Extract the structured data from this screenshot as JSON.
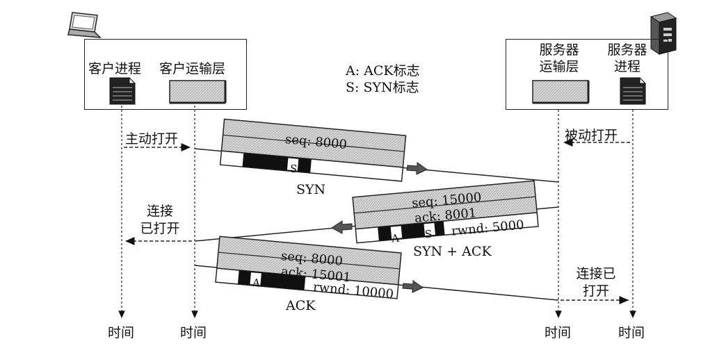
{
  "client": {
    "process_label": "客户进程",
    "transport_label": "客户运输层",
    "active_open": "主动打开",
    "conn_open_line1": "连接",
    "conn_open_line2": "已打开"
  },
  "server": {
    "transport_line1": "服务器",
    "transport_line2": "运输层",
    "process_line1": "服务器",
    "process_line2": "进程",
    "passive_open": "被动打开",
    "conn_open_line1": "连接已",
    "conn_open_line2": "打开"
  },
  "legend": {
    "ack": "A: ACK标志",
    "syn": "S: SYN标志"
  },
  "segments": {
    "syn": {
      "seq": "seq: 8000",
      "flag_s": "S",
      "name": "SYN"
    },
    "synack": {
      "seq": "seq: 15000",
      "ack": "ack: 8001",
      "flag_a": "A",
      "flag_s": "S",
      "rwnd": "rwnd: 5000",
      "name": "SYN + ACK"
    },
    "ack": {
      "seq": "seq: 8000",
      "ack": "ack: 15001",
      "flag_a": "A",
      "rwnd": "rwnd: 10000",
      "name": "ACK"
    }
  },
  "timeline": {
    "time1": "时间",
    "time2": "时间",
    "time3": "时间",
    "time4": "时间"
  }
}
